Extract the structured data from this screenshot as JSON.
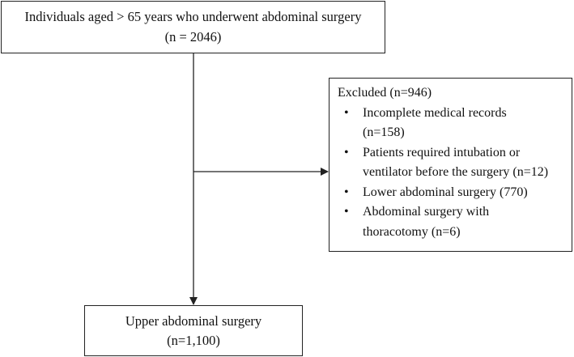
{
  "top_box": {
    "line1": "Individuals  aged > 65 years  who underwent abdominal surgery",
    "line2": "(n = 2046)"
  },
  "excluded_box": {
    "title": "Excluded (n=946)",
    "items": [
      {
        "line1": "Incomplete medical records",
        "line2": "(n=158)"
      },
      {
        "line1": "Patients required intubation or",
        "line2": "ventilator before the surgery (n=12)"
      },
      {
        "line1": "Lower abdominal surgery (770)",
        "line2": ""
      },
      {
        "line1": "Abdominal surgery with",
        "line2": "thoracotomy (n=6)"
      }
    ],
    "bullet": "•"
  },
  "bottom_box": {
    "line1": "Upper abdominal surgery",
    "line2": "(n=1,100)"
  }
}
